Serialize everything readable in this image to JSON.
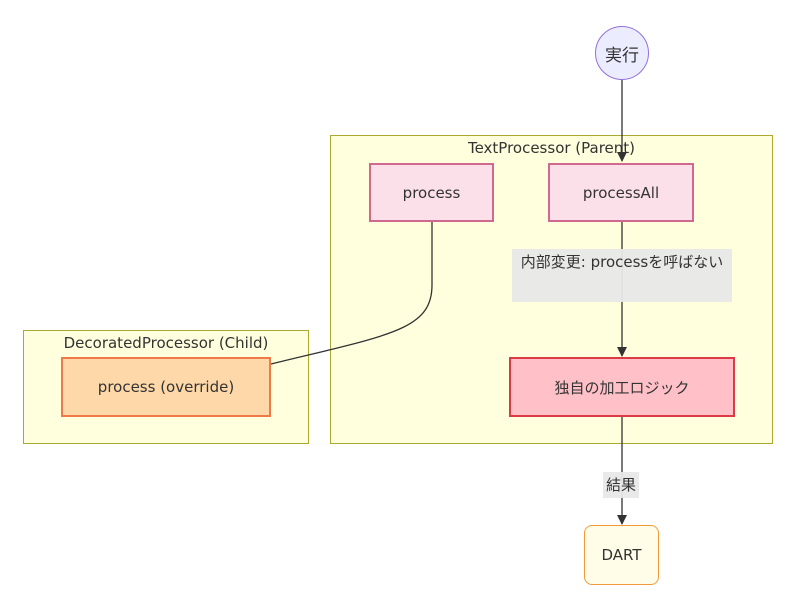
{
  "diagram": {
    "start_node": {
      "label": "実行"
    },
    "parent_subgraph": {
      "title": "TextProcessor (Parent)",
      "nodes": {
        "process": {
          "label": "process"
        },
        "processAll": {
          "label": "processAll"
        },
        "custom_logic": {
          "label": "独自の加工ロジック"
        }
      },
      "edge_label": "内部変更: processを呼ばない"
    },
    "child_subgraph": {
      "title": "DecoratedProcessor (Child)",
      "nodes": {
        "process_override": {
          "label": "process (override)"
        }
      }
    },
    "result_edge_label": "結果",
    "end_node": {
      "label": "DART"
    },
    "colors": {
      "subgraph_fill": "#ffffde",
      "subgraph_border": "#aaaa33",
      "pink_fill": "#fbe0ea",
      "orange_fill": "#fed8a8",
      "red_fill": "#ffc0c8",
      "red_border": "#dc3a44",
      "circle_fill": "#ececff",
      "circle_border": "#9370db",
      "dart_border": "#f29a3a"
    }
  }
}
